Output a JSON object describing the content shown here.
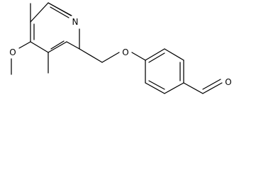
{
  "molecule": {
    "atoms": {
      "pyridine_nitrogen": "N",
      "ether_oxygen": "O",
      "methoxy_oxygen": "O",
      "aldehyde_oxygen": "O"
    }
  }
}
